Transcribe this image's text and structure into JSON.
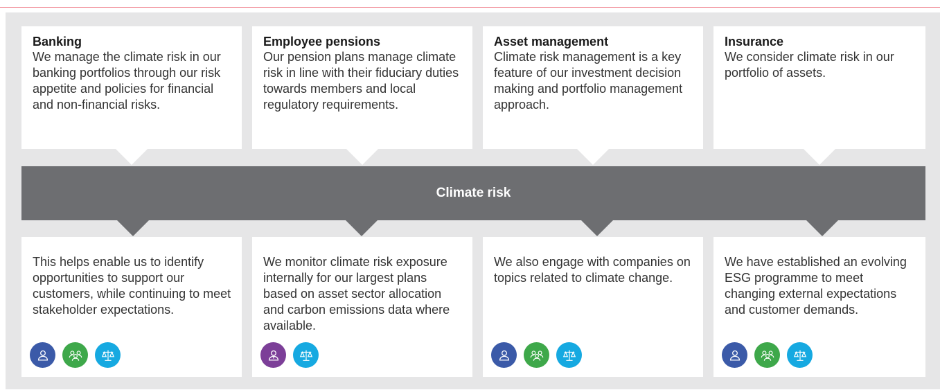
{
  "center": {
    "label": "Climate risk"
  },
  "columns": [
    {
      "title": "Banking",
      "description": "We manage the climate risk in our banking portfolios through our risk appetite and policies for financial and non-financial risks.",
      "outcome": "This helps enable us to identify opportunities to support our customers, while continuing to meet stakeholder expectations.",
      "icons": [
        "customer-icon",
        "group-icon",
        "scales-icon"
      ]
    },
    {
      "title": "Employee pensions",
      "description": "Our pension plans manage climate risk in line with their fiduciary duties towards members and local regulatory requirements.",
      "outcome": "We monitor climate risk exposure internally for our largest plans based on asset sector allocation and carbon emissions data where available.",
      "icons": [
        "employee-icon",
        "scales-icon"
      ]
    },
    {
      "title": "Asset management",
      "description": "Climate risk management is a key feature of our investment decision making and portfolio management approach.",
      "outcome": "We also engage with companies on topics related to climate change.",
      "icons": [
        "customer-icon",
        "group-icon",
        "scales-icon"
      ]
    },
    {
      "title": "Insurance",
      "description": "We consider climate risk in our portfolio of assets.",
      "outcome": "We have established an evolving ESG programme to meet changing external expectations and customer demands.",
      "icons": [
        "customer-icon",
        "group-icon",
        "scales-icon"
      ]
    }
  ],
  "colors": {
    "panel": "#e6e6e7",
    "band": "#6d6e71",
    "customer-icon": "#3b5aa8",
    "group-icon": "#3ea84a",
    "scales-icon": "#16a9e1",
    "employee-icon": "#7c3f98"
  }
}
